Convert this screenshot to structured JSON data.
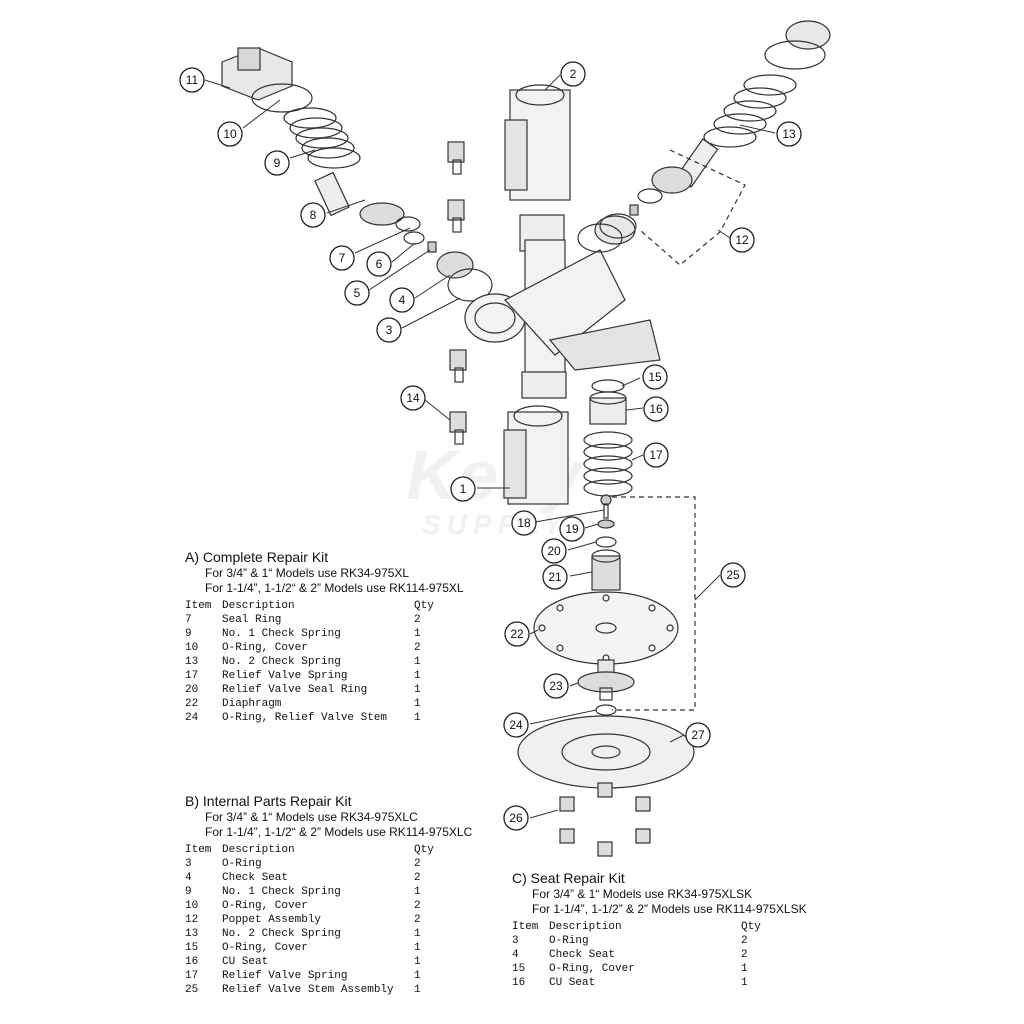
{
  "watermark": {
    "top": "Kelly",
    "bottom": "SUPPLY"
  },
  "callouts": [
    "1",
    "2",
    "3",
    "4",
    "5",
    "6",
    "7",
    "8",
    "9",
    "10",
    "11",
    "12",
    "13",
    "14",
    "15",
    "16",
    "17",
    "18",
    "19",
    "20",
    "21",
    "22",
    "23",
    "24",
    "25",
    "26",
    "27"
  ],
  "kits": [
    {
      "title": "A) Complete Repair Kit",
      "lines": [
        "For 3/4” & 1“ Models use RK34-975XL",
        "For 1-1/4”, 1-1/2“ & 2” Models use RK114-975XL"
      ],
      "headers": [
        "Item",
        "Description",
        "Qty"
      ],
      "rows": [
        [
          "7",
          "Seal Ring",
          "2"
        ],
        [
          "9",
          "No. 1 Check Spring",
          "1"
        ],
        [
          "10",
          "O-Ring, Cover",
          "2"
        ],
        [
          "13",
          "No. 2 Check Spring",
          "1"
        ],
        [
          "17",
          "Relief Valve Spring",
          "1"
        ],
        [
          "20",
          "Relief Valve Seal Ring",
          "1"
        ],
        [
          "22",
          "Diaphragm",
          "1"
        ],
        [
          "24",
          "O-Ring, Relief Valve Stem",
          "1"
        ]
      ]
    },
    {
      "title": "B) Internal Parts Repair Kit",
      "lines": [
        "For 3/4” & 1“ Models use RK34-975XLC",
        "For 1-1/4”, 1-1/2“ & 2” Models use RK114-975XLC"
      ],
      "headers": [
        "Item",
        "Description",
        "Qty"
      ],
      "rows": [
        [
          "3",
          "O-Ring",
          "2"
        ],
        [
          "4",
          "Check Seat",
          "2"
        ],
        [
          "9",
          "No. 1 Check Spring",
          "1"
        ],
        [
          "10",
          "O-Ring, Cover",
          "2"
        ],
        [
          "12",
          "Poppet Assembly",
          "2"
        ],
        [
          "13",
          "No. 2 Check Spring",
          "1"
        ],
        [
          "15",
          "O-Ring, Cover",
          "1"
        ],
        [
          "16",
          "CU Seat",
          "1"
        ],
        [
          "17",
          "Relief Valve Spring",
          "1"
        ],
        [
          "25",
          "Relief Valve Stem Assembly",
          "1"
        ]
      ]
    },
    {
      "title": "C) Seat Repair Kit",
      "lines": [
        "For 3/4” & 1“ Models use RK34-975XLSK",
        "For 1-1/4”, 1-1/2” & 2” Models use RK114-975XLSK"
      ],
      "headers": [
        "Item",
        "Description",
        "Qty"
      ],
      "rows": [
        [
          "3",
          "O-Ring",
          "2"
        ],
        [
          "4",
          "Check Seat",
          "2"
        ],
        [
          "15",
          "O-Ring, Cover",
          "1"
        ],
        [
          "16",
          "CU Seat",
          "1"
        ]
      ]
    }
  ]
}
